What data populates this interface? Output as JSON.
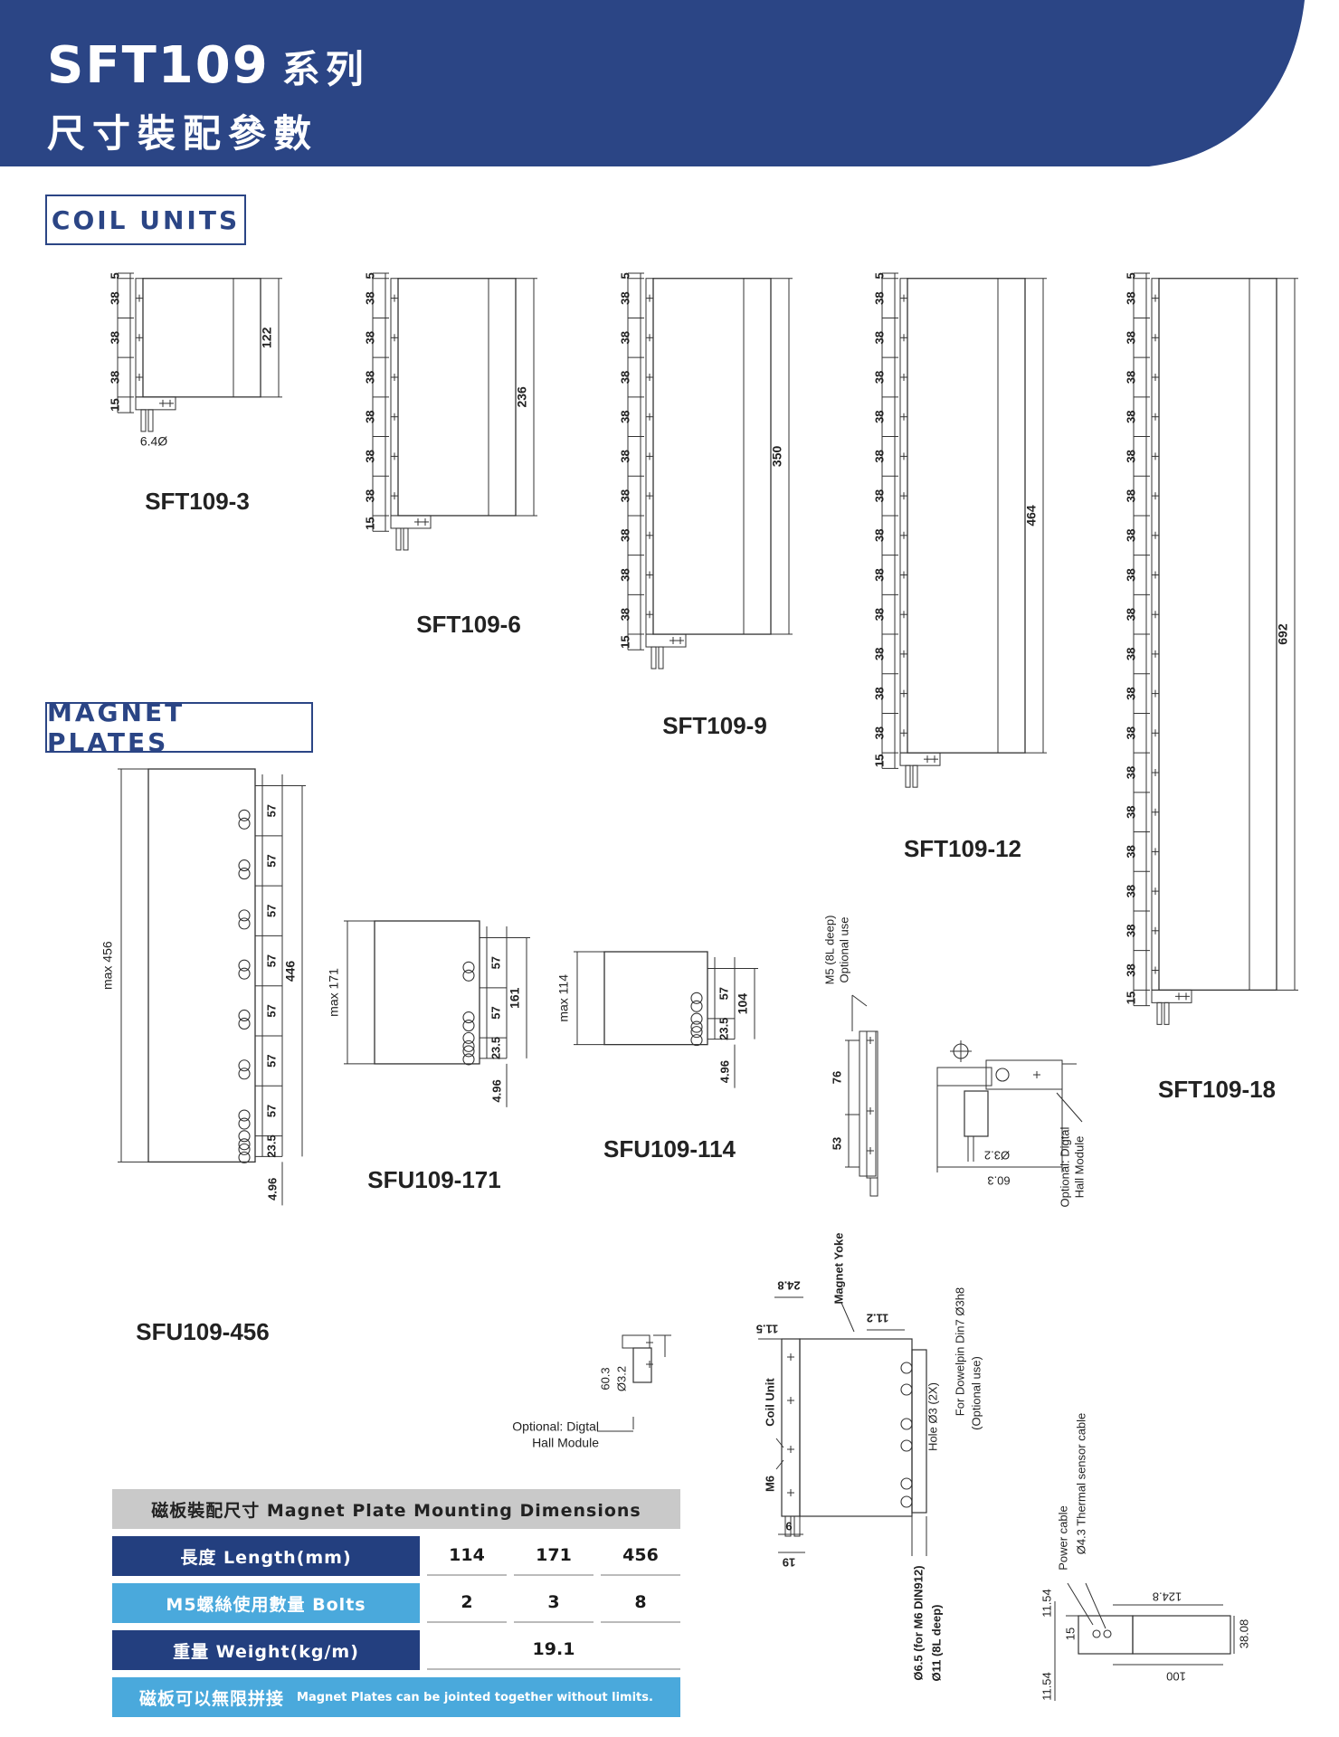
{
  "header": {
    "title": "SFT109",
    "title_zh": "系列",
    "subtitle": "尺寸裝配參數",
    "color": "#2b4585"
  },
  "sections": {
    "coil_units": "COIL UNITS",
    "magnet_plates": "MAGNET PLATES"
  },
  "coil_units": [
    {
      "name": "SFT109-3",
      "pitches": [
        "5",
        "38",
        "38",
        "38",
        "15"
      ],
      "length": "122",
      "cable_note": "6.4Ø"
    },
    {
      "name": "SFT109-6",
      "pitches": [
        "5",
        "38",
        "38",
        "38",
        "38",
        "38",
        "38",
        "15"
      ],
      "length": "236"
    },
    {
      "name": "SFT109-9",
      "pitches": [
        "5",
        "38",
        "38",
        "38",
        "38",
        "38",
        "38",
        "38",
        "38",
        "38",
        "15"
      ],
      "length": "350"
    },
    {
      "name": "SFT109-12",
      "pitches": [
        "5",
        "38",
        "38",
        "38",
        "38",
        "38",
        "38",
        "38",
        "38",
        "38",
        "38",
        "38",
        "38",
        "15"
      ],
      "length": "464"
    },
    {
      "name": "SFT109-18",
      "pitches": [
        "5",
        "38",
        "38",
        "38",
        "38",
        "38",
        "38",
        "38",
        "38",
        "38",
        "38",
        "38",
        "38",
        "38",
        "38",
        "38",
        "38",
        "38",
        "38",
        "15"
      ],
      "length": "692"
    }
  ],
  "magnet_plates": [
    {
      "name": "SFU109-456",
      "max_label": "max 456",
      "pitches": [
        "57",
        "57",
        "57",
        "57",
        "57",
        "57",
        "57",
        "23.5"
      ],
      "hole_span": "446",
      "offset": "4.96"
    },
    {
      "name": "SFU109-171",
      "max_label": "max 171",
      "pitches": [
        "57",
        "57",
        "23.5"
      ],
      "hole_span": "161",
      "offset": "4.96"
    },
    {
      "name": "SFU109-114",
      "max_label": "max 114",
      "pitches": [
        "57",
        "23.5"
      ],
      "hole_span": "104",
      "offset": "4.96"
    }
  ],
  "detail_side": {
    "m5_note_1": "M5 (8L deep)",
    "m5_note_2": "Optional use",
    "dim_76": "76",
    "dim_53": "53"
  },
  "detail_hall": {
    "d_hole": "Ø3.2",
    "width": "60.3",
    "note_1": "Optional: Digtal",
    "note_2": "Hall Module"
  },
  "detail_hall_small": {
    "width": "60.3",
    "d_hole": "Ø3.2",
    "note_1": "Optional: Digtal",
    "note_2": "Hall Module"
  },
  "detail_assembly": {
    "dim_248": "24.8",
    "dim_115": "11.5",
    "dim_112": "11.2",
    "magnet_yoke": "Magnet Yoke",
    "coil_unit": "Coil Unit",
    "m6": "M6",
    "hole_note": "Hole Ø3 (2X)",
    "dowel_1": "For Dowelpin Din7 Ø3h8",
    "dowel_2": "(Optional use)",
    "dim_6": "6",
    "dim_19": "19",
    "bore_1": "Ø6.5 (for M6 DIN912)",
    "bore_2": "Ø11 (8L deep)"
  },
  "detail_cable": {
    "power": "Power cable",
    "thermal": "Ø4.3 Thermal sensor cable",
    "dim_1154a": "11.54",
    "dim_1154b": "11.54",
    "dim_15": "15",
    "dim_1248": "124.8",
    "dim_3808": "38.08",
    "dim_100": "100"
  },
  "mounting_table": {
    "title": "磁板裝配尺寸 Magnet Plate Mounting Dimensions",
    "rows": [
      {
        "label": "長度 Length(mm)",
        "style": "dark",
        "values": [
          "114",
          "171",
          "456"
        ]
      },
      {
        "label": "M5螺絲使用數量 Bolts",
        "style": "light",
        "values": [
          "2",
          "3",
          "8"
        ]
      },
      {
        "label": "重量 Weight(kg/m)",
        "style": "dark",
        "values": [
          "19.1"
        ]
      }
    ],
    "footer_zh": "磁板可以無限拼接",
    "footer_en": "Magnet Plates can be jointed together without limits."
  }
}
